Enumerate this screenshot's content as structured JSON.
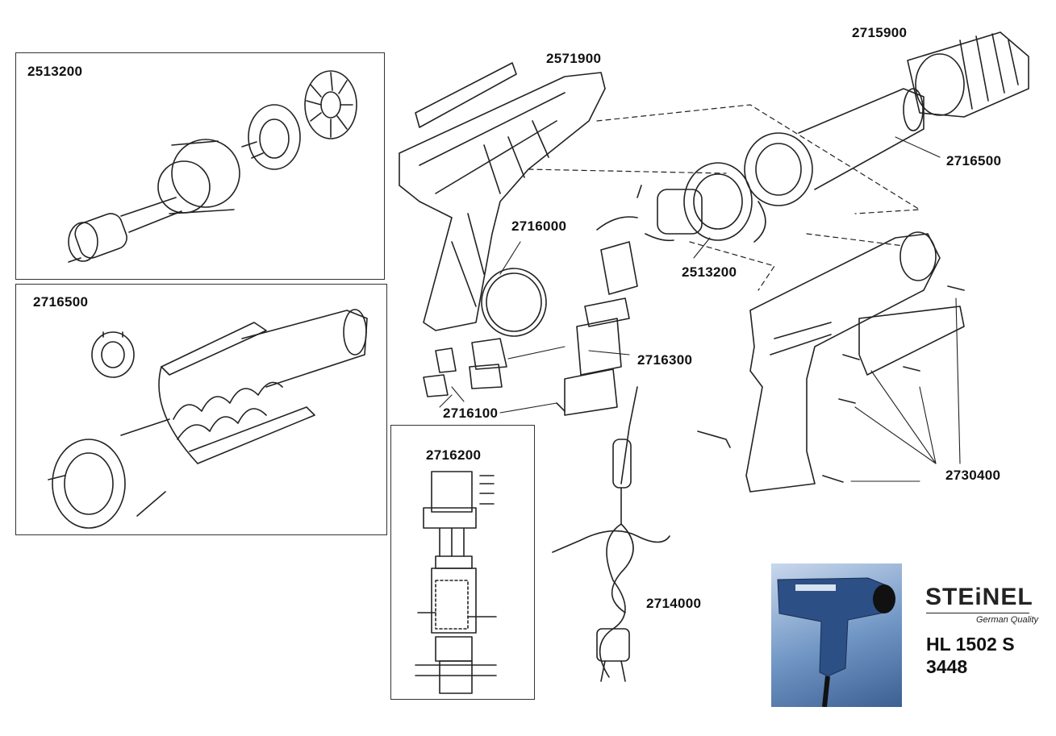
{
  "parts": {
    "p2513200_inset": "2513200",
    "p2716500_inset": "2716500",
    "p2716200_inset": "2716200",
    "p2571900": "2571900",
    "p2715900": "2715900",
    "p2716500": "2716500",
    "p2716000": "2716000",
    "p2513200": "2513200",
    "p2716300": "2716300",
    "p2716100": "2716100",
    "p2714000": "2714000",
    "p2730400": "2730400"
  },
  "brand": {
    "logo_text": "STEiNEL",
    "tagline": "German Quality",
    "model": "HL 1502 S",
    "code": "3448"
  },
  "colors": {
    "line": "#222222",
    "brand_dot": "#d9461c",
    "photo_bg": "#6f95c4"
  }
}
